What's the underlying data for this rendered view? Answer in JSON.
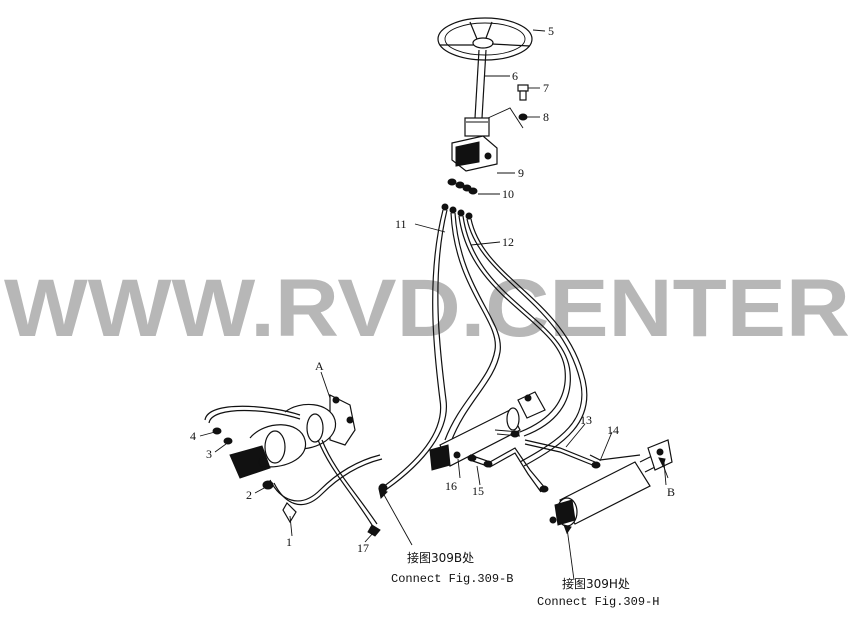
{
  "watermark": "WWW.RVD.CENTER",
  "callouts": {
    "p1": "1",
    "p2": "2",
    "p3": "3",
    "p4": "4",
    "p5": "5",
    "p6": "6",
    "p7": "7",
    "p8": "8",
    "p9": "9",
    "p10": "10",
    "p11": "11",
    "p12": "12",
    "p13": "13",
    "p14": "14",
    "p15": "15",
    "p16": "16",
    "p17": "17",
    "pA": "A",
    "pB": "B"
  },
  "notes": {
    "fig_b_cn": "接图309B处",
    "fig_b_en": "Connect Fig.309-B",
    "fig_h_cn": "接图309H处",
    "fig_h_en": "Connect Fig.309-H"
  }
}
